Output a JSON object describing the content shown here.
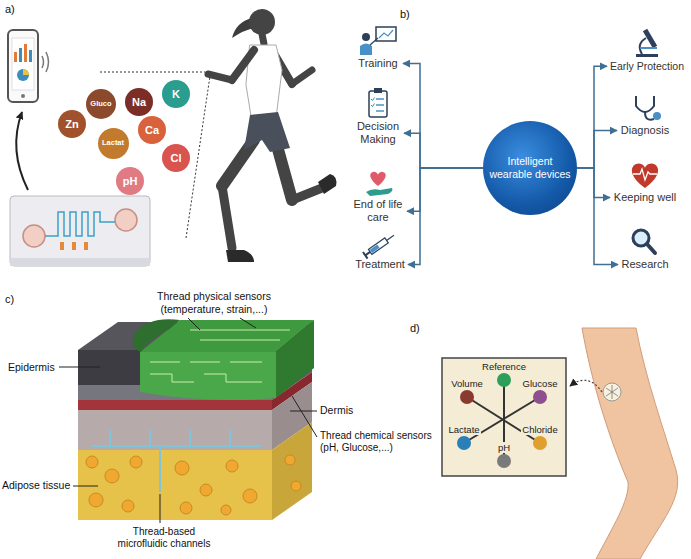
{
  "diagram": {
    "nodes": [
      {
        "text": [
          "Gluco"
        ]
      },
      {
        "text": [
          "Na"
        ]
      },
      {
        "text": [
          "K"
        ]
      },
      {
        "text": [
          "Zn"
        ]
      },
      {
        "text": [
          "Ca"
        ]
      },
      {
        "text": [
          "Lactat"
        ]
      },
      {
        "text": [
          "Cl"
        ]
      },
      {
        "text": [
          "pH"
        ]
      },
      {
        "text": [
          "Intelligent wearable devices"
        ]
      },
      {
        "text": [
          "Training"
        ]
      },
      {
        "text": [
          "Decision Making"
        ]
      },
      {
        "text": [
          "End of life care"
        ]
      },
      {
        "text": [
          "Treatment"
        ]
      },
      {
        "text": [
          "Early Protection"
        ]
      },
      {
        "text": [
          "Diagnosis"
        ]
      },
      {
        "text": [
          "Keeping well"
        ]
      },
      {
        "text": [
          "Research"
        ]
      },
      {
        "text": [
          "Reference"
        ]
      },
      {
        "text": [
          "Volume"
        ]
      },
      {
        "text": [
          "Glucose"
        ]
      },
      {
        "text": [
          "Lactate"
        ]
      },
      {
        "text": [
          "Chloride"
        ]
      },
      {
        "text": [
          "pH"
        ]
      }
    ],
    "edges": [
      {
        "from": 8,
        "to": 9,
        "arrow": "to"
      },
      {
        "from": 8,
        "to": 10,
        "arrow": "to"
      },
      {
        "from": 8,
        "to": 11,
        "arrow": "to"
      },
      {
        "from": 8,
        "to": 12,
        "arrow": "to"
      },
      {
        "from": 8,
        "to": 13,
        "arrow": "to"
      },
      {
        "from": 8,
        "to": 14,
        "arrow": "to"
      },
      {
        "from": 8,
        "to": 15,
        "arrow": "to"
      },
      {
        "from": 8,
        "to": 16,
        "arrow": "to"
      }
    ],
    "labels": [
      "a)",
      "b)",
      "c)",
      "d)",
      "Thread physical sensors (temperature, strain,...)",
      "Epidermis",
      "Dermis",
      "Thread chemical sensors (pH, Glucose,...)",
      "Adipose tissue",
      "Thread-based microfluidic channels"
    ]
  }
}
